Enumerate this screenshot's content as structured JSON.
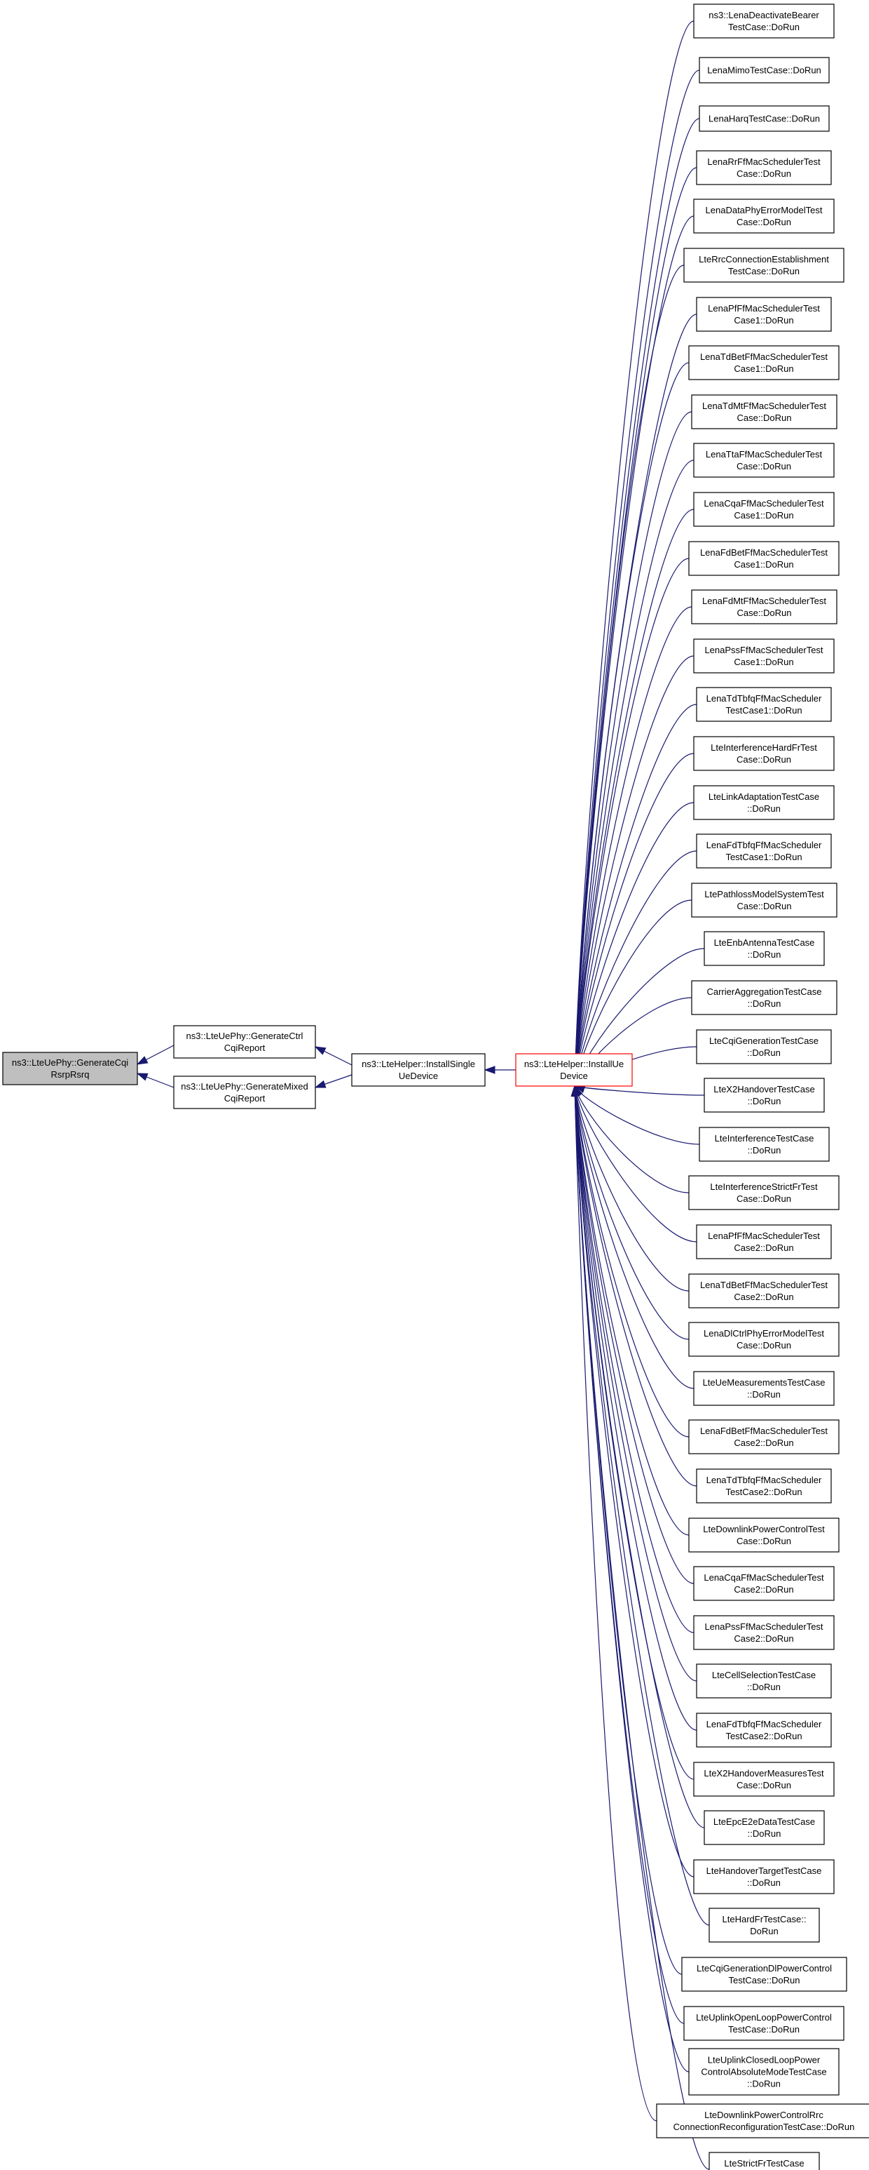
{
  "colors": {
    "edge": "#191970",
    "focus_fill": "#bfbfbf",
    "highlight_stroke": "#ff0000",
    "box_stroke": "#000000"
  },
  "nodes": [
    {
      "id": "focus",
      "lines": [
        "ns3::LteUePhy::GenerateCqi",
        "RsrpRsrq"
      ]
    },
    {
      "id": "gen_ctrl",
      "lines": [
        "ns3::LteUePhy::GenerateCtrl",
        "CqiReport"
      ]
    },
    {
      "id": "gen_mixed",
      "lines": [
        "ns3::LteUePhy::GenerateMixed",
        "CqiReport"
      ]
    },
    {
      "id": "install_single",
      "lines": [
        "ns3::LteHelper::InstallSingle",
        "UeDevice"
      ]
    },
    {
      "id": "install_ue",
      "lines": [
        "ns3::LteHelper::InstallUe",
        "Device"
      ]
    }
  ],
  "callers": [
    {
      "lines": [
        "ns3::LenaDeactivateBearer",
        "TestCase::DoRun"
      ]
    },
    {
      "lines": [
        "LenaMimoTestCase::DoRun"
      ]
    },
    {
      "lines": [
        "LenaHarqTestCase::DoRun"
      ]
    },
    {
      "lines": [
        "LenaRrFfMacSchedulerTest",
        "Case::DoRun"
      ]
    },
    {
      "lines": [
        "LenaDataPhyErrorModelTest",
        "Case::DoRun"
      ]
    },
    {
      "lines": [
        "LteRrcConnectionEstablishment",
        "TestCase::DoRun"
      ]
    },
    {
      "lines": [
        "LenaPfFfMacSchedulerTest",
        "Case1::DoRun"
      ]
    },
    {
      "lines": [
        "LenaTdBetFfMacSchedulerTest",
        "Case1::DoRun"
      ]
    },
    {
      "lines": [
        "LenaTdMtFfMacSchedulerTest",
        "Case::DoRun"
      ]
    },
    {
      "lines": [
        "LenaTtaFfMacSchedulerTest",
        "Case::DoRun"
      ]
    },
    {
      "lines": [
        "LenaCqaFfMacSchedulerTest",
        "Case1::DoRun"
      ]
    },
    {
      "lines": [
        "LenaFdBetFfMacSchedulerTest",
        "Case1::DoRun"
      ]
    },
    {
      "lines": [
        "LenaFdMtFfMacSchedulerTest",
        "Case::DoRun"
      ]
    },
    {
      "lines": [
        "LenaPssFfMacSchedulerTest",
        "Case1::DoRun"
      ]
    },
    {
      "lines": [
        "LenaTdTbfqFfMacScheduler",
        "TestCase1::DoRun"
      ]
    },
    {
      "lines": [
        "LteInterferenceHardFrTest",
        "Case::DoRun"
      ]
    },
    {
      "lines": [
        "LteLinkAdaptationTestCase",
        "::DoRun"
      ]
    },
    {
      "lines": [
        "LenaFdTbfqFfMacScheduler",
        "TestCase1::DoRun"
      ]
    },
    {
      "lines": [
        "LtePathlossModelSystemTest",
        "Case::DoRun"
      ]
    },
    {
      "lines": [
        "LteEnbAntennaTestCase",
        "::DoRun"
      ]
    },
    {
      "lines": [
        "CarrierAggregationTestCase",
        "::DoRun"
      ]
    },
    {
      "lines": [
        "LteCqiGenerationTestCase",
        "::DoRun"
      ]
    },
    {
      "lines": [
        "LteX2HandoverTestCase",
        "::DoRun"
      ]
    },
    {
      "lines": [
        "LteInterferenceTestCase",
        "::DoRun"
      ]
    },
    {
      "lines": [
        "LteInterferenceStrictFrTest",
        "Case::DoRun"
      ]
    },
    {
      "lines": [
        "LenaPfFfMacSchedulerTest",
        "Case2::DoRun"
      ]
    },
    {
      "lines": [
        "LenaTdBetFfMacSchedulerTest",
        "Case2::DoRun"
      ]
    },
    {
      "lines": [
        "LenaDlCtrlPhyErrorModelTest",
        "Case::DoRun"
      ]
    },
    {
      "lines": [
        "LteUeMeasurementsTestCase",
        "::DoRun"
      ]
    },
    {
      "lines": [
        "LenaFdBetFfMacSchedulerTest",
        "Case2::DoRun"
      ]
    },
    {
      "lines": [
        "LenaTdTbfqFfMacScheduler",
        "TestCase2::DoRun"
      ]
    },
    {
      "lines": [
        "LteDownlinkPowerControlTest",
        "Case::DoRun"
      ]
    },
    {
      "lines": [
        "LenaCqaFfMacSchedulerTest",
        "Case2::DoRun"
      ]
    },
    {
      "lines": [
        "LenaPssFfMacSchedulerTest",
        "Case2::DoRun"
      ]
    },
    {
      "lines": [
        "LteCellSelectionTestCase",
        "::DoRun"
      ]
    },
    {
      "lines": [
        "LenaFdTbfqFfMacScheduler",
        "TestCase2::DoRun"
      ]
    },
    {
      "lines": [
        "LteX2HandoverMeasuresTest",
        "Case::DoRun"
      ]
    },
    {
      "lines": [
        "LteEpcE2eDataTestCase",
        "::DoRun"
      ]
    },
    {
      "lines": [
        "LteHandoverTargetTestCase",
        "::DoRun"
      ]
    },
    {
      "lines": [
        "LteHardFrTestCase::",
        "DoRun"
      ]
    },
    {
      "lines": [
        "LteCqiGenerationDlPowerControl",
        "TestCase::DoRun"
      ]
    },
    {
      "lines": [
        "LteUplinkOpenLoopPowerControl",
        "TestCase::DoRun"
      ]
    },
    {
      "lines": [
        "LteUplinkClosedLoopPower",
        "ControlAbsoluteModeTestCase",
        "::DoRun"
      ]
    },
    {
      "lines": [
        "LteDownlinkPowerControlRrc",
        "ConnectionReconfigurationTestCase::DoRun"
      ]
    },
    {
      "lines": [
        "LteStrictFrTestCase",
        "::DoRun"
      ]
    }
  ]
}
